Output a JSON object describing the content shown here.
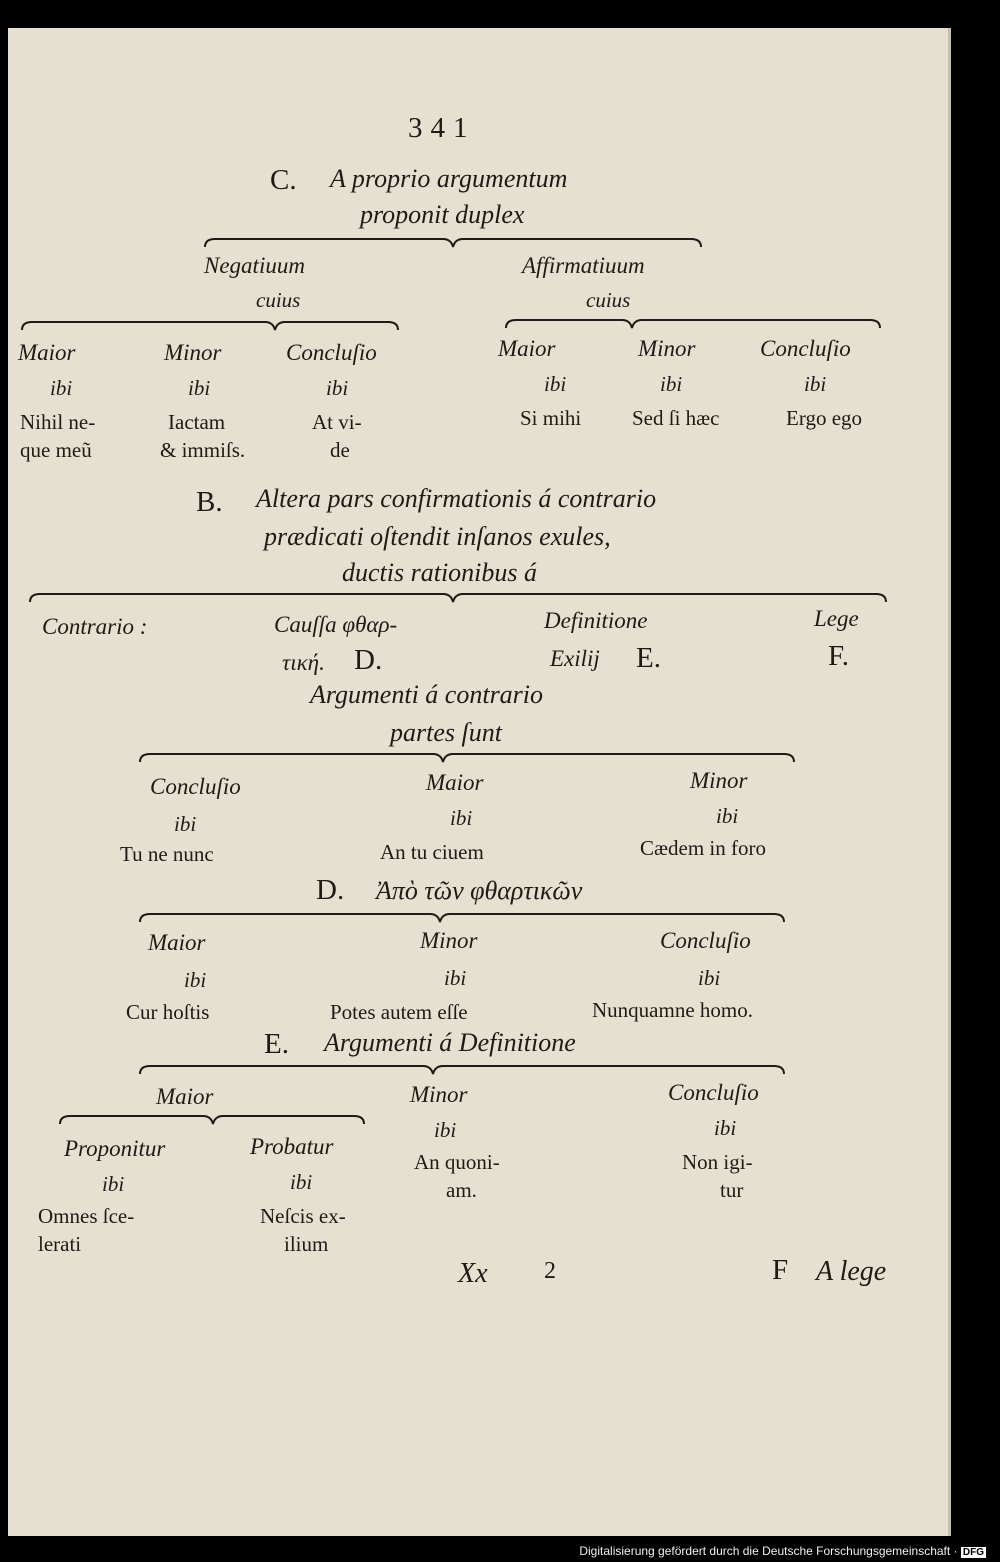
{
  "page_number": "341",
  "C": {
    "letter": "C.",
    "heading1": "A proprio argumentum",
    "heading2": "proponit duplex",
    "negativum": {
      "title": "Negatiuum",
      "cuius": "cuius",
      "cols": [
        {
          "label": "Maior",
          "ibi": "ibi",
          "text": [
            "Nihil ne-",
            "que meũ"
          ]
        },
        {
          "label": "Minor",
          "ibi": "ibi",
          "text": [
            "Iactam",
            "& immiſs."
          ]
        },
        {
          "label": "Concluſio",
          "ibi": "ibi",
          "text": [
            "At vi-",
            "de"
          ]
        }
      ]
    },
    "affirmativum": {
      "title": "Affirmatiuum",
      "cuius": "cuius",
      "cols": [
        {
          "label": "Maior",
          "ibi": "ibi",
          "text": [
            "Si mihi"
          ]
        },
        {
          "label": "Minor",
          "ibi": "ibi",
          "text": [
            "Sed ſi hæc"
          ]
        },
        {
          "label": "Concluſio",
          "ibi": "ibi",
          "text": [
            "Ergo ego"
          ]
        }
      ]
    }
  },
  "B": {
    "letter": "B.",
    "line1": "Altera pars confirmationis á contrario",
    "line2": "prædicati oſtendit inſanos exules,",
    "line3": "ductis rationibus á",
    "cols": [
      {
        "text": "Contrario :"
      },
      {
        "line1": "Cauſſa φθαρ-",
        "line2": "τική.",
        "letter": "D."
      },
      {
        "line1": "Definitione",
        "line2": "Exilij",
        "letter": "E."
      },
      {
        "line1": "Lege",
        "letter": "F."
      }
    ]
  },
  "arg_contrario": {
    "line1": "Argumenti á contrario",
    "line2": "partes ſunt",
    "cols": [
      {
        "label": "Concluſio",
        "ibi": "ibi",
        "text": "Tu ne nunc"
      },
      {
        "label": "Maior",
        "ibi": "ibi",
        "text": "An tu ciuem"
      },
      {
        "label": "Minor",
        "ibi": "ibi",
        "text": "Cædem in foro"
      }
    ]
  },
  "D": {
    "letter": "D.",
    "heading": "Ἀπὸ τῶν φθαρτικῶν",
    "cols": [
      {
        "label": "Maior",
        "ibi": "ibi",
        "text": "Cur hoſtis"
      },
      {
        "label": "Minor",
        "ibi": "ibi",
        "text": "Potes autem eſſe"
      },
      {
        "label": "Concluſio",
        "ibi": "ibi",
        "text": "Nunquamne homo."
      }
    ]
  },
  "E": {
    "letter": "E.",
    "heading": "Argumenti á Definitione",
    "maior": {
      "label": "Maior",
      "cols": [
        {
          "label": "Proponitur",
          "ibi": "ibi",
          "text": [
            "Omnes ſce-",
            "lerati"
          ]
        },
        {
          "label": "Probatur",
          "ibi": "ibi",
          "text": [
            "Neſcis ex-",
            "ilium"
          ]
        }
      ]
    },
    "cols": [
      {
        "label": "Minor",
        "ibi": "ibi",
        "text": [
          "An quoni-",
          "am."
        ]
      },
      {
        "label": "Concluſio",
        "ibi": "ibi",
        "text": [
          "Non igi-",
          "tur"
        ]
      }
    ]
  },
  "footer_page": {
    "signature": "Xx",
    "number": "2",
    "catch_letter": "F",
    "catchword": "A lege"
  },
  "digitization_note": {
    "text": "Digitalisierung gefördert durch die Deutsche Forschungsgemeinschaft ·",
    "logo": "DFG"
  }
}
